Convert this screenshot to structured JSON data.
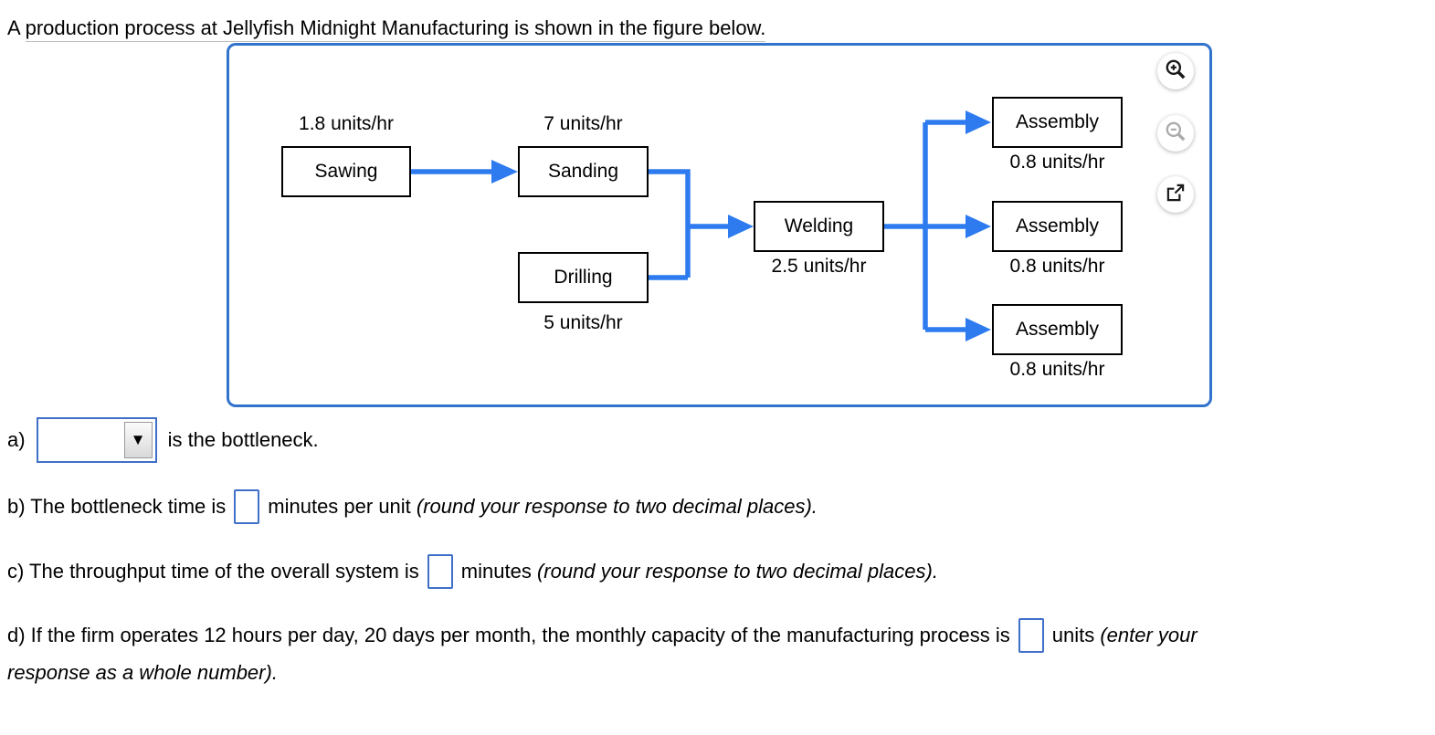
{
  "title": {
    "lead": "A ",
    "rest": "production process at Jellyfish Midnight Manufacturing is shown in the figure below."
  },
  "figure": {
    "nodes": {
      "sawing": {
        "label": "Sawing",
        "rate": "1.8 units/hr"
      },
      "sanding": {
        "label": "Sanding",
        "rate": "7 units/hr"
      },
      "drilling": {
        "label": "Drilling",
        "rate": "5 units/hr"
      },
      "welding": {
        "label": "Welding",
        "rate": "2.5 units/hr"
      },
      "assembly_top": {
        "label": "Assembly",
        "rate": "0.8 units/hr"
      },
      "assembly_middle": {
        "label": "Assembly",
        "rate": "0.8 units/hr"
      },
      "assembly_bottom": {
        "label": "Assembly",
        "rate": "0.8 units/hr"
      }
    },
    "flow": [
      "Sawing → Sanding",
      "Sanding → Welding",
      "Drilling → Welding",
      "Welding → Assembly (top)",
      "Welding → Assembly (middle)",
      "Welding → Assembly (bottom)"
    ],
    "toolbar_icons": [
      "zoom-in-icon",
      "zoom-out-icon",
      "open-in-new-window-icon"
    ]
  },
  "questions": {
    "a": {
      "label": "a)",
      "dropdown_value": "",
      "dropdown_arrow": "▼",
      "suffix": "is the bottleneck."
    },
    "b": {
      "prefix": "b) The bottleneck time is",
      "value": "",
      "suffix": "minutes per unit ",
      "hint": "(round your response to two decimal places)."
    },
    "c": {
      "prefix": "c) The throughput time of the overall system is",
      "value": "",
      "suffix": "minutes ",
      "hint": "(round your response to two decimal places)."
    },
    "d": {
      "prefix": "d) If the firm operates 12 hours per day, 20 days per month, the monthly capacity of the manufacturing process is",
      "value": "",
      "suffix": "units ",
      "hint_line1": "(enter your",
      "hint_line2": "response as a whole number)."
    }
  },
  "colors": {
    "panel_border": "#3273cc",
    "arrow_blue": "#2e7bf0",
    "input_border": "#3f6fc8"
  }
}
